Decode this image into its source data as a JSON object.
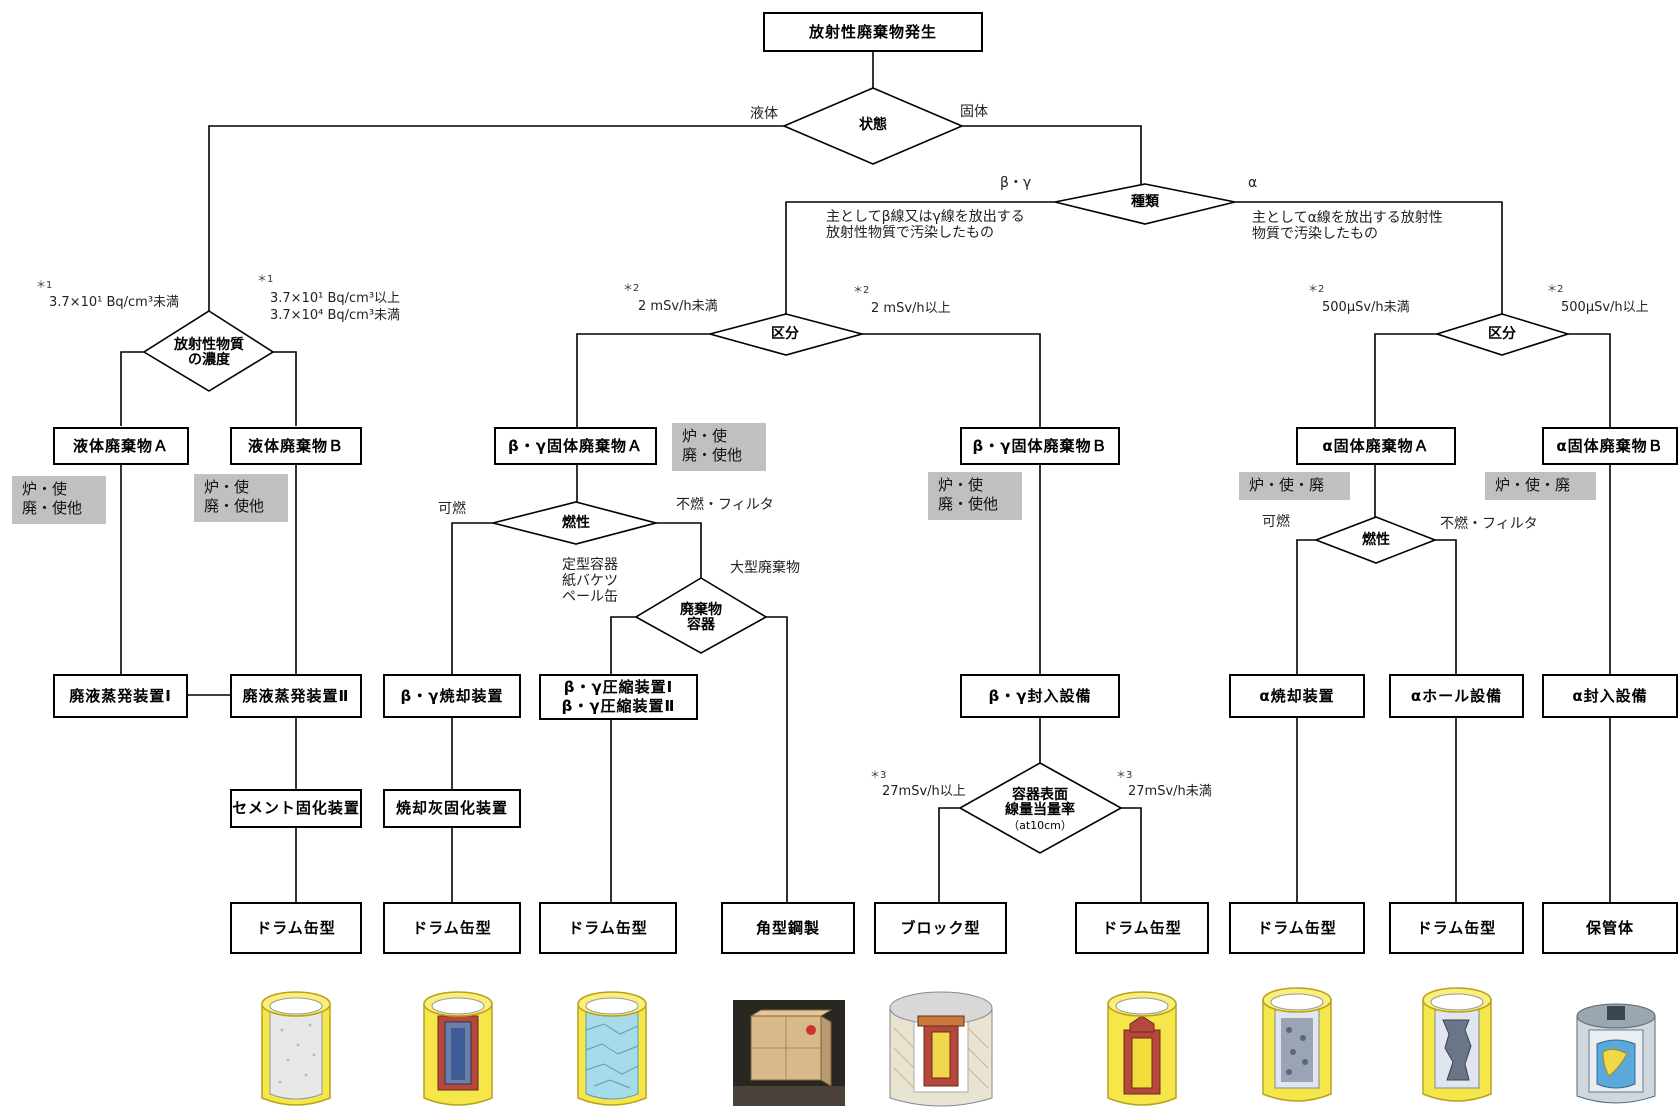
{
  "title": "放射性廃棄物発生",
  "decisions": {
    "state": "状態",
    "type": "種類",
    "concentration": "放射性物質\nの濃度",
    "class_bg": "区分",
    "class_alpha": "区分",
    "flammability_bg": "燃性",
    "container": "廃棄物\n容器",
    "flammability_alpha": "燃性",
    "surface_dose": "容器表面\n線量当量率",
    "surface_dose_note": "（at10cm）"
  },
  "branch_labels": {
    "liquid": "液体",
    "solid": "固体",
    "beta_gamma": "β・γ",
    "alpha": "α",
    "beta_gamma_desc": "主としてβ線又はγ線を放出する\n放射性物質で汚染したもの",
    "alpha_desc": "主としてα線を放出する放射性\n物質で汚染したもの",
    "conc_low": "3.7×10¹ Bq/cm³未満",
    "conc_high_1": "3.7×10¹ Bq/cm³以上",
    "conc_high_2": "3.7×10⁴ Bq/cm³未満",
    "bg_low": "2 mSv/h未満",
    "bg_high": "2 mSv/h以上",
    "alpha_low": "500μSv/h未満",
    "alpha_high": "500μSv/h以上",
    "flammable": "可燃",
    "nonflammable": "不燃・フィルタ",
    "flammable_alpha": "可燃",
    "nonflammable_alpha": "不燃・フィルタ",
    "standard_container": "定型容器\n紙バケツ\nペール缶",
    "large_waste": "大型廃棄物",
    "dose_high": "27mSv/h以上",
    "dose_low": "27mSv/h未満"
  },
  "footnote_marks": {
    "n1": "＊1",
    "n2": "＊2",
    "n3": "＊3"
  },
  "waste_types": {
    "liquid_a": "液体廃棄物Ａ",
    "liquid_b": "液体廃棄物Ｂ",
    "bg_solid_a": "β・γ固体廃棄物Ａ",
    "bg_solid_b": "β・γ固体廃棄物Ｂ",
    "alpha_solid_a": "α固体廃棄物Ａ",
    "alpha_solid_b": "α固体廃棄物Ｂ"
  },
  "sources": {
    "liquid_a": "炉・使\n廃・使他",
    "liquid_b": "炉・使\n廃・使他",
    "bg_a": "炉・使\n廃・使他",
    "bg_b": "炉・使\n廃・使他",
    "alpha_a": "炉・使・廃",
    "alpha_b": "炉・使・廃"
  },
  "facilities": {
    "evap1": "廃液蒸発装置Ⅰ",
    "evap2": "廃液蒸発装置Ⅱ",
    "cement": "セメント固化装置",
    "bg_incin": "β・γ焼却装置",
    "ash": "焼却灰固化装置",
    "bg_comp": "β・γ圧縮装置Ⅰ\nβ・γ圧縮装置Ⅱ",
    "bg_seal": "β・γ封入設備",
    "a_incin": "α焼却装置",
    "a_hole": "αホール設備",
    "a_seal": "α封入設備"
  },
  "packages": {
    "p1": "ドラム缶型",
    "p2": "ドラム缶型",
    "p3": "ドラム缶型",
    "p4": "角型鋼製",
    "p5": "ブロック型",
    "p6": "ドラム缶型",
    "p7": "ドラム缶型",
    "p8": "ドラム缶型",
    "p9": "保管体"
  }
}
